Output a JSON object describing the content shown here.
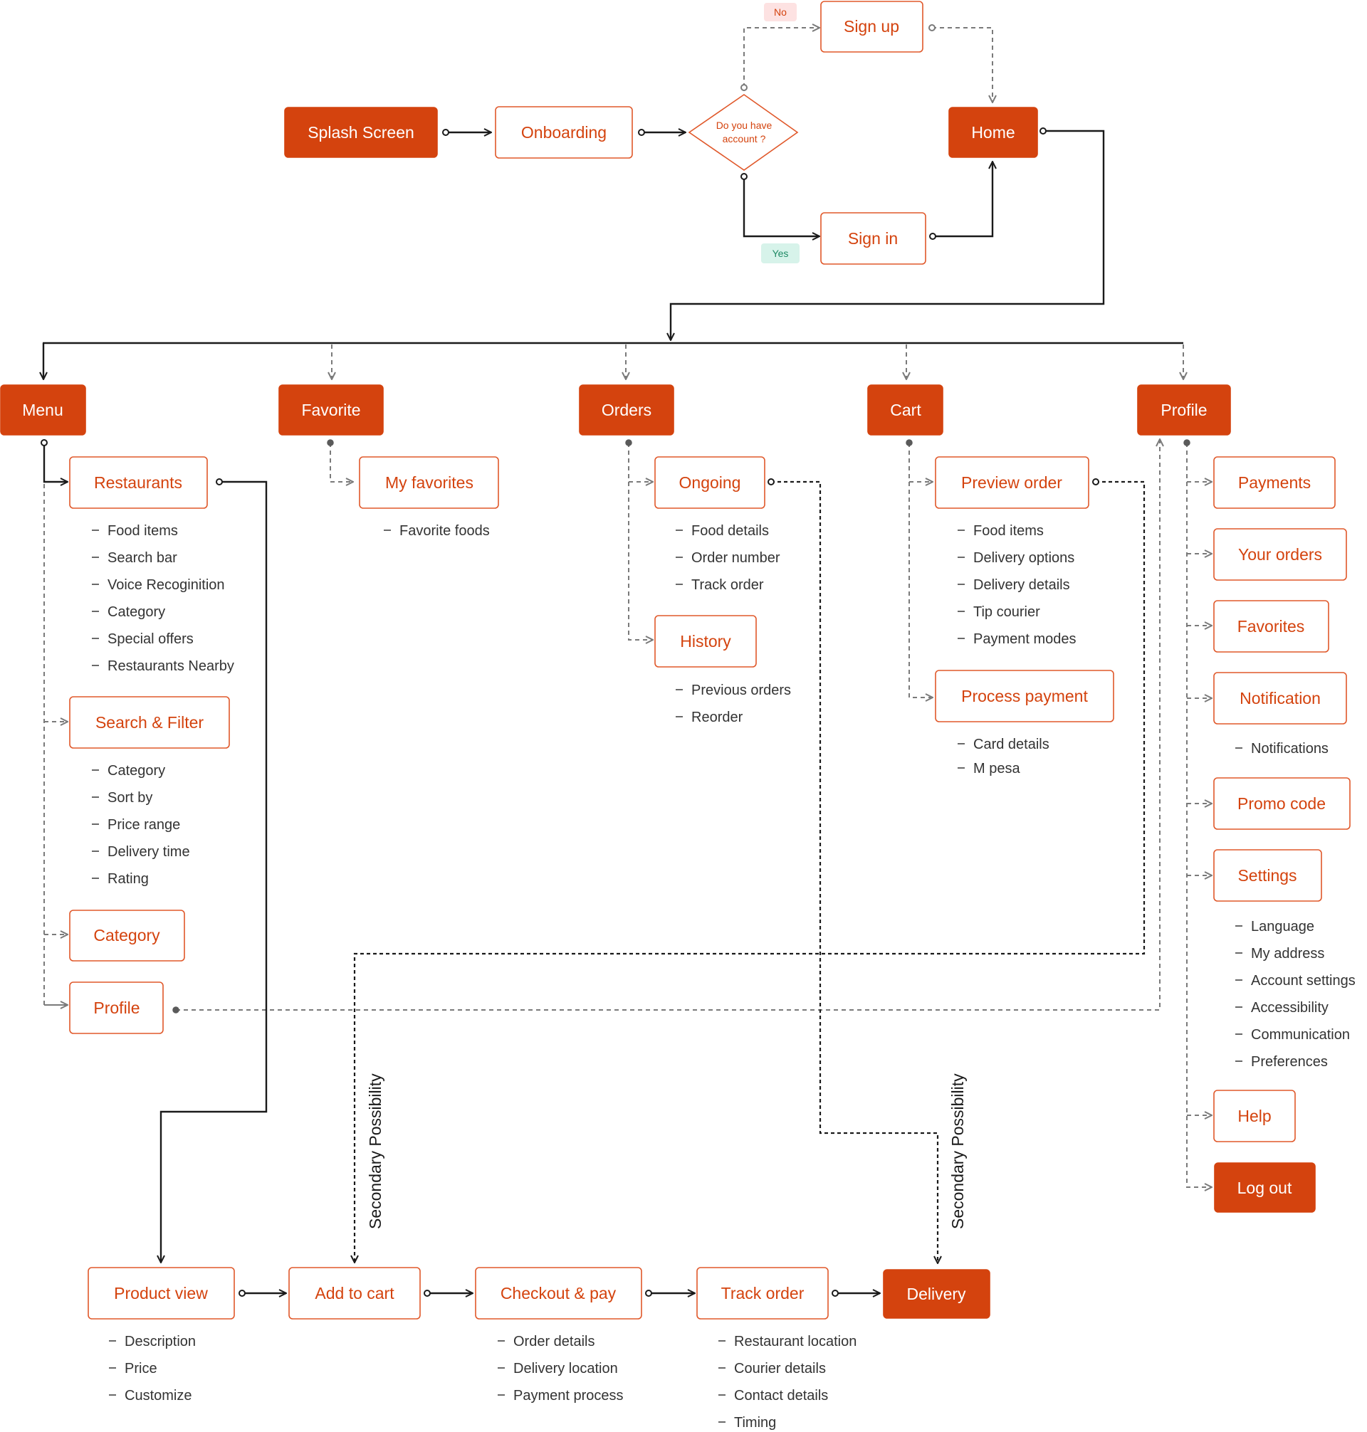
{
  "nodes": {
    "splash": "Splash Screen",
    "onboarding": "Onboarding",
    "decision": [
      "Do you have",
      "account ?"
    ],
    "signup": "Sign up",
    "signin": "Sign in",
    "home": "Home",
    "menu": "Menu",
    "favorite": "Favorite",
    "orders": "Orders",
    "cart": "Cart",
    "profile": "Profile",
    "restaurants": "Restaurants",
    "search_filter": "Search & Filter",
    "category": "Category",
    "menu_profile": "Profile",
    "my_favorites": "My favorites",
    "ongoing": "Ongoing",
    "history": "History",
    "preview_order": "Preview order",
    "process_payment": "Process payment",
    "payments": "Payments",
    "your_orders": "Your orders",
    "favorites": "Favorites",
    "notification": "Notification",
    "promo_code": "Promo code",
    "settings": "Settings",
    "help": "Help",
    "logout": "Log out",
    "product_view": "Product view",
    "add_to_cart": "Add to cart",
    "checkout": "Checkout & pay",
    "track_order": "Track order",
    "delivery": "Delivery"
  },
  "tags": {
    "no": "No",
    "yes": "Yes"
  },
  "annotations": {
    "secondary_left": "Secondary Possibility",
    "secondary_right": "Secondary Possibility"
  },
  "sublists": {
    "restaurants": [
      "Food items",
      "Search bar",
      "Voice Recoginition",
      "Category",
      "Special offers",
      "Restaurants Nearby"
    ],
    "search_filter": [
      "Category",
      "Sort by",
      "Price range",
      "Delivery time",
      "Rating"
    ],
    "my_favorites": [
      "Favorite foods"
    ],
    "ongoing": [
      "Food details",
      "Order number",
      "Track order"
    ],
    "history": [
      "Previous orders",
      "Reorder"
    ],
    "preview_order": [
      "Food items",
      "Delivery options",
      "Delivery  details",
      "Tip courier",
      "Payment modes"
    ],
    "process_payment": [
      "Card details",
      "M pesa"
    ],
    "notification": [
      "Notifications"
    ],
    "settings": [
      "Language",
      "My address",
      "Account settings",
      "Accessibility",
      "Communication",
      "Preferences"
    ],
    "product_view": [
      "Description",
      "Price",
      "Customize"
    ],
    "checkout": [
      "Order details",
      "Delivery location",
      "Payment process"
    ],
    "track_order": [
      "Restaurant location",
      "Courier details",
      "Contact details",
      "Timing"
    ]
  },
  "colors": {
    "accent": "#d4430e",
    "accent_border": "#e0582a",
    "line": "#1a1a1a",
    "dashed_line": "#7a7a7a",
    "no_tag": "#fde2e2",
    "yes_tag": "#d7f3ea"
  }
}
